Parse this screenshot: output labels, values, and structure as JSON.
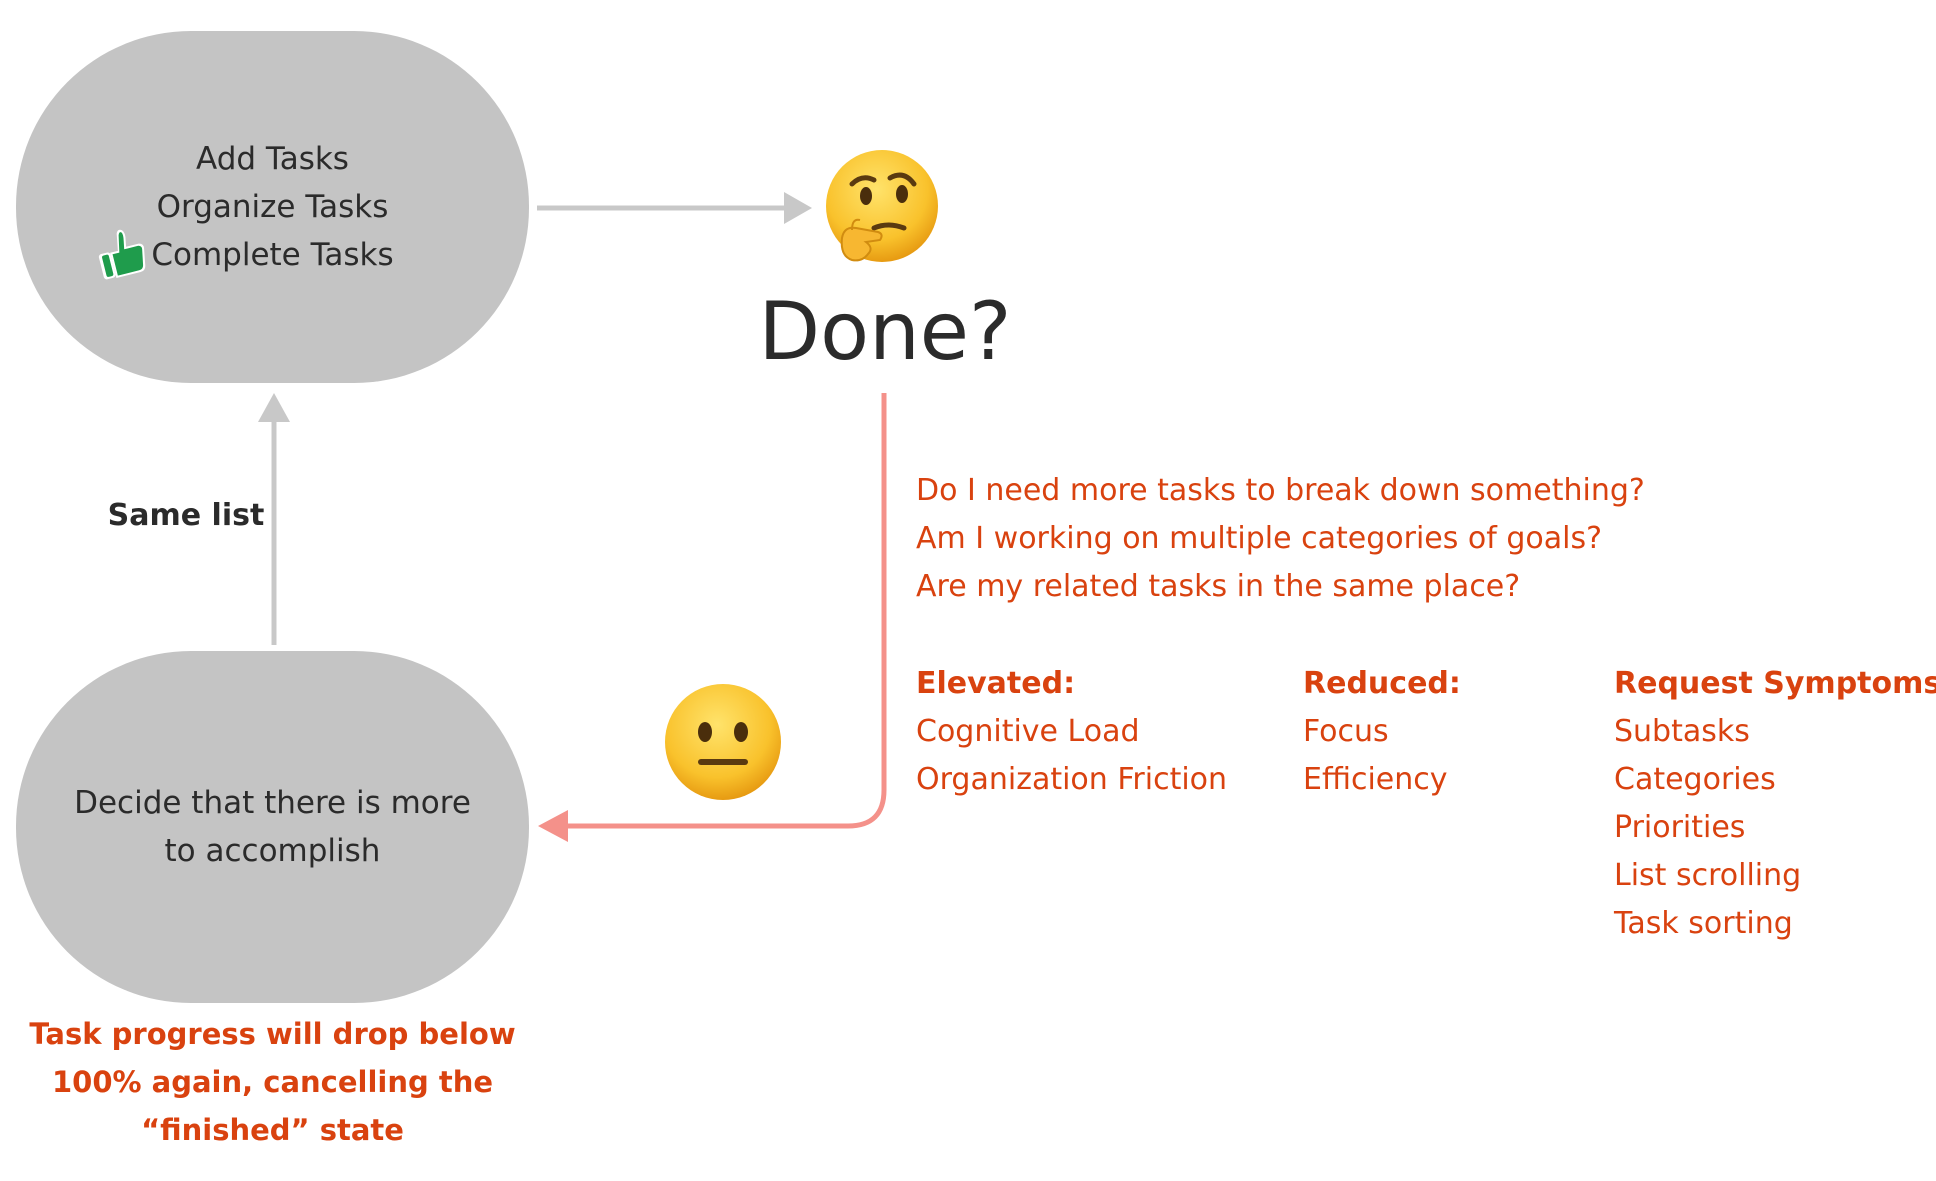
{
  "colors": {
    "node_fill": "#c4c4c4",
    "text_dark": "#2b2b2b",
    "accent_orange": "#d9420f",
    "arrow_gray": "#c8c8c8",
    "arrow_pink": "#f4918a"
  },
  "top_node": {
    "lines": [
      "Add Tasks",
      "Organize Tasks",
      "Complete Tasks"
    ],
    "icon": "thumbs-up-icon"
  },
  "bottom_node": {
    "text": "Decide that there is more to accomplish"
  },
  "edge_label": "Same list",
  "done_label": "Done?",
  "emojis": {
    "thinking": "thinking-face-emoji",
    "neutral": "neutral-face-emoji"
  },
  "questions": [
    "Do I need more tasks to break down something?",
    "Am I working on multiple categories of goals?",
    "Are my related tasks in the same place?"
  ],
  "columns": {
    "elevated": {
      "heading": "Elevated:",
      "items": [
        "Cognitive Load",
        "Organization Friction"
      ]
    },
    "reduced": {
      "heading": "Reduced:",
      "items": [
        "Focus",
        "Efficiency"
      ]
    },
    "request": {
      "heading": "Request Symptoms:",
      "items": [
        "Subtasks",
        "Categories",
        "Priorities",
        "List scrolling",
        "Task sorting"
      ]
    }
  },
  "note": "Task progress will drop below 100% again, cancelling the “finished” state"
}
